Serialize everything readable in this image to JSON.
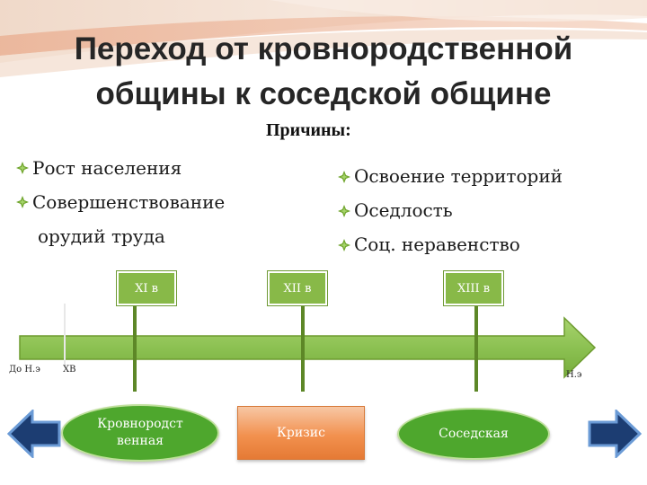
{
  "slide": {
    "title_line1": "Переход от кровнородственной",
    "title_line2": "общины к соседской общине",
    "reasons_heading": "Причины:"
  },
  "reasons_left": [
    {
      "text": "Рост населения"
    },
    {
      "text": "Совершенствование"
    }
  ],
  "reasons_left_continuation": "орудий труда",
  "reasons_right": [
    {
      "text": "Освоение территорий"
    },
    {
      "text": "Оседлость"
    },
    {
      "text": "Соц. неравенство"
    }
  ],
  "timeline": {
    "centuries": [
      "XI в",
      "XII в",
      "XIII в"
    ],
    "start_label": "До Н.э",
    "tenth_century_label": "XВ",
    "end_label": "Н.э"
  },
  "stages": {
    "tribal_line1": "Кровнородст",
    "tribal_line2": "венная",
    "crisis": "Кризис",
    "neighbor": "Соседская"
  },
  "colors": {
    "timeline_green": "#8cc152",
    "timeline_dark": "#6d9b2f",
    "oval_green": "#4ea72d",
    "nav_arrow_blue": "#1c3d72",
    "crisis_orange": "#f2914f"
  },
  "icons": {
    "bullet": "green-diamond-bullet",
    "prev": "left-arrow",
    "next": "right-arrow"
  }
}
